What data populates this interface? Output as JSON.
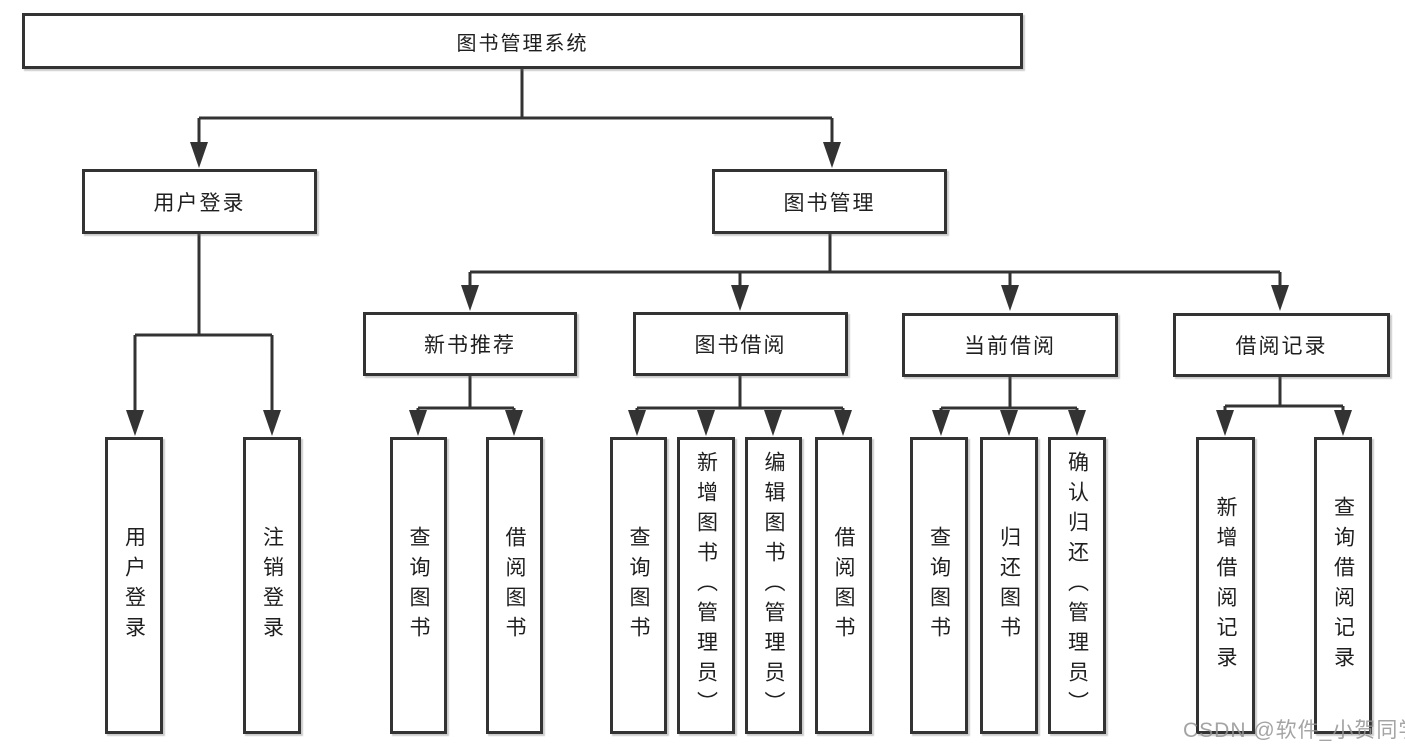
{
  "diagram": {
    "root": {
      "label": "图书管理系统"
    },
    "branches": {
      "user_login": {
        "label": "用户登录",
        "children": [
          "用户登录",
          "注销登录"
        ]
      },
      "book_management": {
        "label": "图书管理",
        "sections": {
          "new_book_recommend": {
            "label": "新书推荐",
            "children": [
              "查询图书",
              "借阅图书"
            ]
          },
          "book_borrowing": {
            "label": "图书借阅",
            "children": [
              "查询图书",
              "新增图书（管理员）",
              "编辑图书（管理员）",
              "借阅图书"
            ]
          },
          "current_borrowing": {
            "label": "当前借阅",
            "children": [
              "查询图书",
              "归还图书",
              "确认归还（管理员）"
            ]
          },
          "borrowing_records": {
            "label": "借阅记录",
            "children": [
              "新增借阅记录",
              "查询借阅记录"
            ]
          }
        }
      }
    },
    "watermark": "CSDN @软件_小贺同学",
    "colors": {
      "line": "#333333",
      "text": "#1f1f1f",
      "watermark": "#949494",
      "background": "#ffffff"
    }
  }
}
